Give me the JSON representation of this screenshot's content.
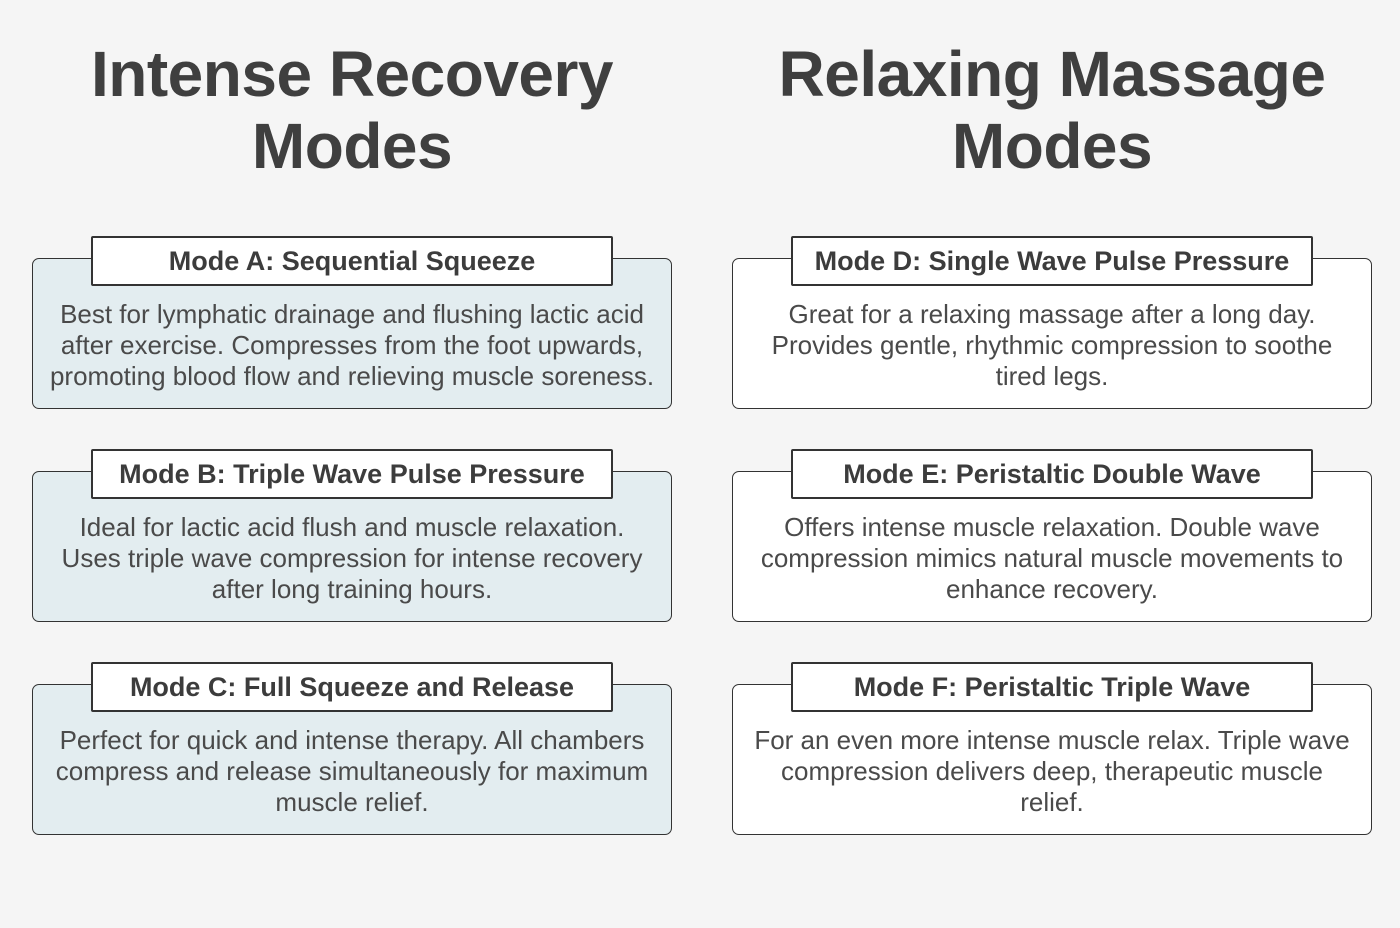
{
  "page": {
    "background_color": "#f5f5f5",
    "border_color": "#333333",
    "left_card_fill": "#e3edf0",
    "right_card_fill": "#ffffff"
  },
  "columns": [
    {
      "title": "Intense Recovery Modes",
      "card_style": "blue",
      "cards": [
        {
          "title": "Mode A: Sequential Squeeze",
          "body": "Best for lymphatic drainage and flushing lactic acid after exercise. Compresses from the foot upwards, promoting blood flow and relieving muscle soreness."
        },
        {
          "title": "Mode B: Triple Wave Pulse Pressure",
          "body": "Ideal for lactic acid flush and muscle relaxation. Uses triple wave compression for intense recovery after long training hours."
        },
        {
          "title": "Mode C: Full Squeeze and Release",
          "body": "Perfect for quick and intense therapy. All chambers compress and release simultaneously for maximum muscle relief."
        }
      ]
    },
    {
      "title": "Relaxing Massage Modes",
      "card_style": "white",
      "cards": [
        {
          "title": "Mode D: Single Wave Pulse Pressure",
          "body": "Great for a relaxing massage after a long day. Provides gentle, rhythmic compression to soothe tired legs."
        },
        {
          "title": "Mode E: Peristaltic Double Wave",
          "body": "Offers intense muscle relaxation. Double wave compression mimics natural muscle movements to enhance recovery."
        },
        {
          "title": "Mode F: Peristaltic Triple Wave",
          "body": "For an even more intense muscle relax. Triple wave compression delivers deep, therapeutic muscle relief."
        }
      ]
    }
  ]
}
